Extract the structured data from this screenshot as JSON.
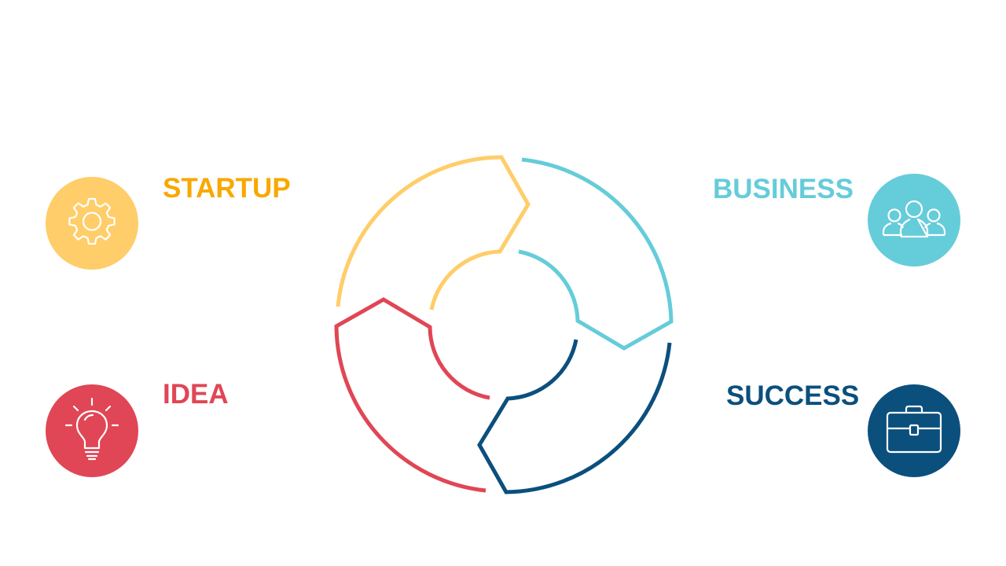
{
  "stages": {
    "startup": {
      "label": "STARTUP",
      "color": "#ffcd69",
      "text_color": "#f8a800",
      "icon": "gear-icon"
    },
    "business": {
      "label": "BUSINESS",
      "color": "#65ccd9",
      "text_color": "#65ccd9",
      "icon": "team-icon"
    },
    "success": {
      "label": "SUCCESS",
      "color": "#0b4f7d",
      "text_color": "#0b4f7d",
      "icon": "briefcase-icon"
    },
    "idea": {
      "label": "IDEA",
      "color": "#e04655",
      "text_color": "#e04655",
      "icon": "lightbulb-icon"
    }
  }
}
